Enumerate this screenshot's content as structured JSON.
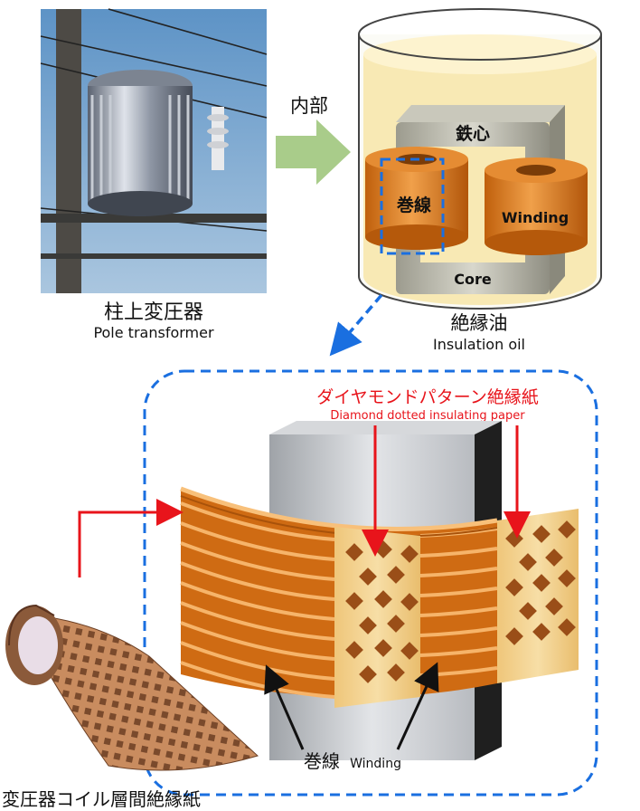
{
  "labels": {
    "pole_jp": "柱上変圧器",
    "pole_en": "Pole transformer",
    "inside": "内部",
    "core_jp": "鉄心",
    "core_en": "Core",
    "winding_jp": "巻線",
    "winding_en": "Winding",
    "oil_jp": "絶縁油",
    "oil_en": "Insulation oil",
    "paper_jp": "ダイヤモンドパターン絶縁紙",
    "paper_en": "Diamond dotted insulating paper",
    "winding_bottom": "巻線",
    "winding_bottom_en": "Winding",
    "roll_jp": "変圧器コイル層間絶縁紙"
  },
  "colors": {
    "accent_red": "#e8141b",
    "dash_blue": "#1a6fe0",
    "arrow_green": "#a9cc8a",
    "copper": "#d9741a",
    "oil": "#f8e9b4"
  }
}
